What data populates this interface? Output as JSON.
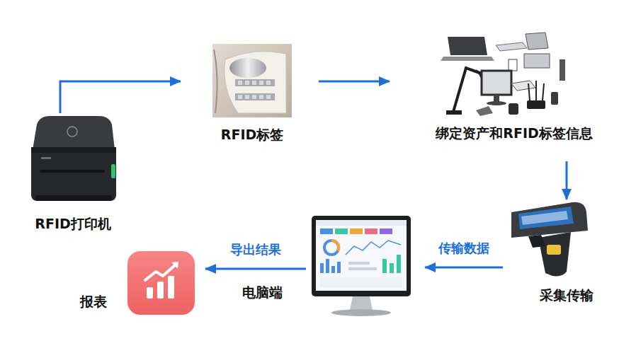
{
  "diagram": {
    "nodes": [
      {
        "text": [
          "RFID打印机"
        ]
      },
      {
        "text": [
          "RFID标签"
        ]
      },
      {
        "text": [
          "绑定资产和RFID标签信息"
        ]
      },
      {
        "text": [
          "采集传输"
        ]
      },
      {
        "text": [
          "电脑端"
        ]
      },
      {
        "text": [
          "报表"
        ]
      }
    ],
    "edges": [
      {
        "from": 0,
        "to": 1,
        "arrow": "to"
      },
      {
        "from": 1,
        "to": 2,
        "arrow": "to"
      },
      {
        "from": 2,
        "to": 3,
        "arrow": "to"
      },
      {
        "from": 3,
        "to": 4,
        "label": "传输数据",
        "arrow": "to"
      },
      {
        "from": 4,
        "to": 5,
        "label": "导出结果",
        "arrow": "to"
      }
    ]
  }
}
